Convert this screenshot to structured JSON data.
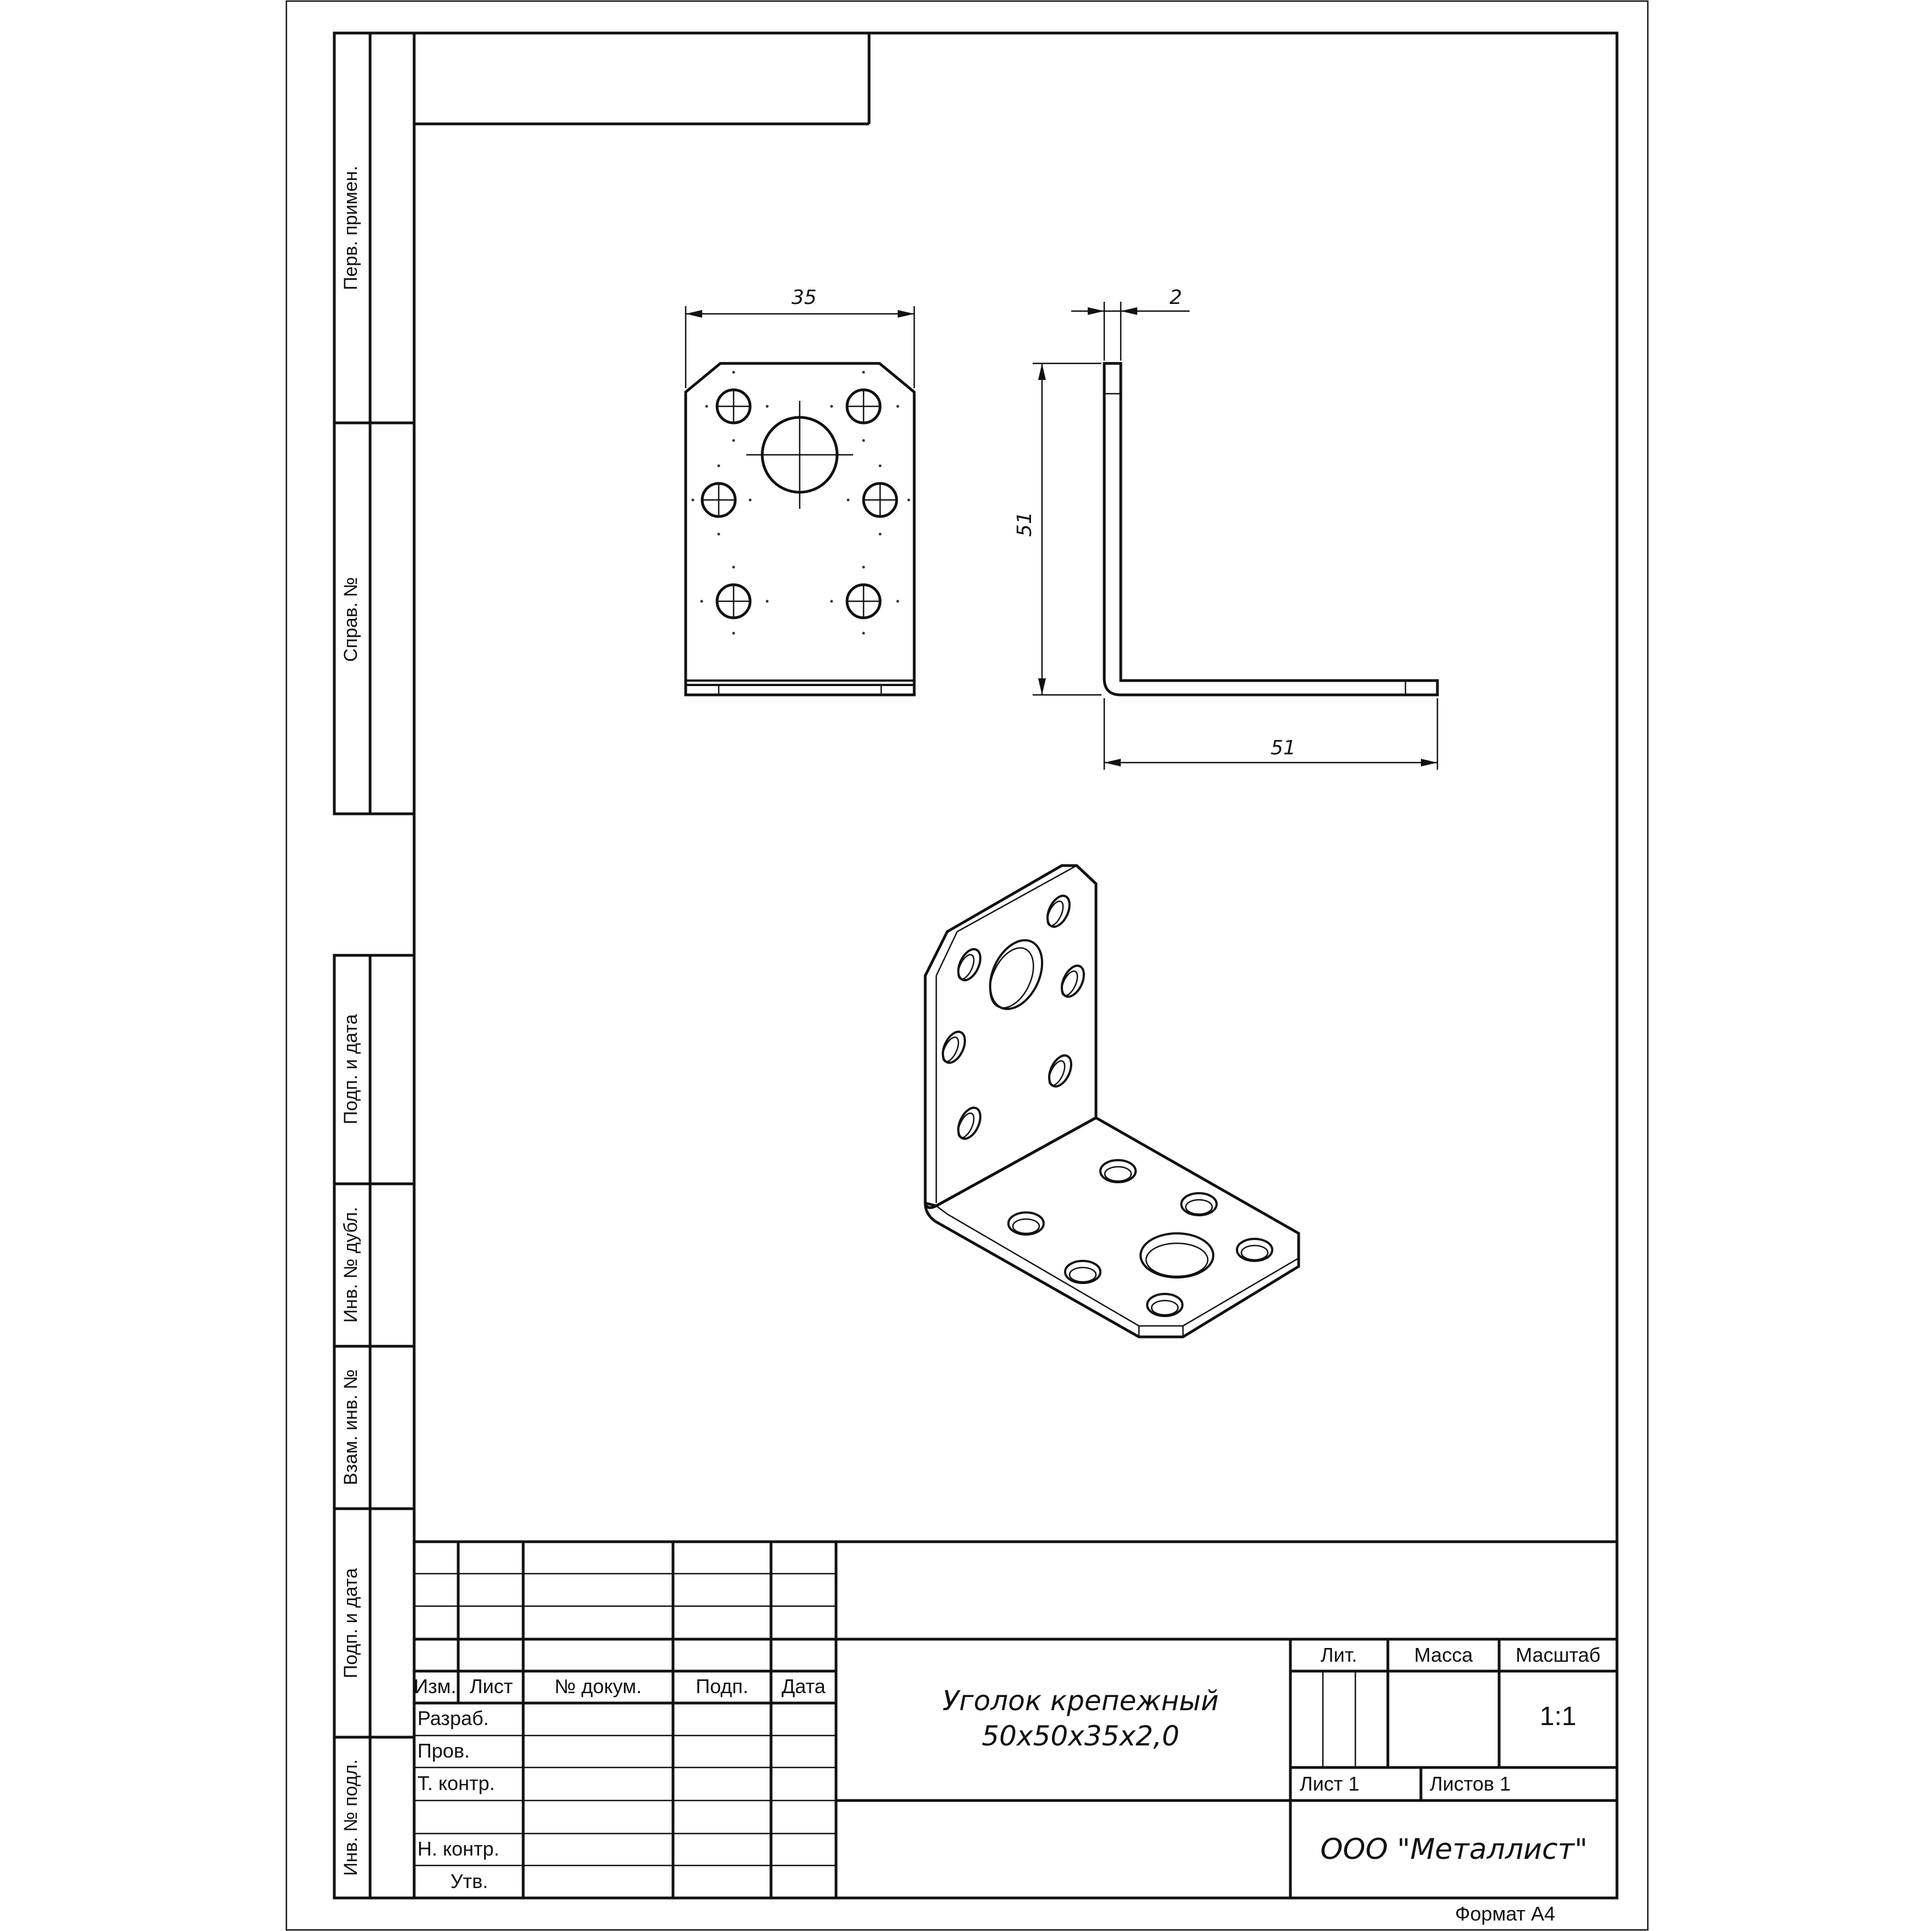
{
  "side_labels": {
    "perv_primen": "Перв. примен.",
    "sprav_no": "Справ. №",
    "podp_data_1": "Подп. и дата",
    "inv_dubl": "Инв. № дубл.",
    "vzam_inv": "Взам. инв. №",
    "podp_data_2": "Подп. и дата",
    "inv_podl": "Инв. № подл."
  },
  "dimensions": {
    "width_front": "35",
    "thickness": "2",
    "height_side": "51",
    "length_side": "51"
  },
  "title_block": {
    "izm": "Изм.",
    "list": "Лист",
    "doc_no": "№ докум.",
    "podp": "Подп.",
    "data": "Дата",
    "razrab": "Разраб.",
    "prov": "Пров.",
    "t_kontr": "Т. контр.",
    "n_kontr": "Н. контр.",
    "utv": "Утв.",
    "lit": "Лит.",
    "massa": "Масса",
    "masshtab": "Масштаб",
    "scale_value": "1:1",
    "sheet": "Лист 1",
    "sheets": "Листов 1",
    "title_line1": "Уголок крепежный",
    "title_line2": "50х50х35х2,0",
    "company": "ООО \"Металлист\""
  },
  "format_label": "Формат А4"
}
